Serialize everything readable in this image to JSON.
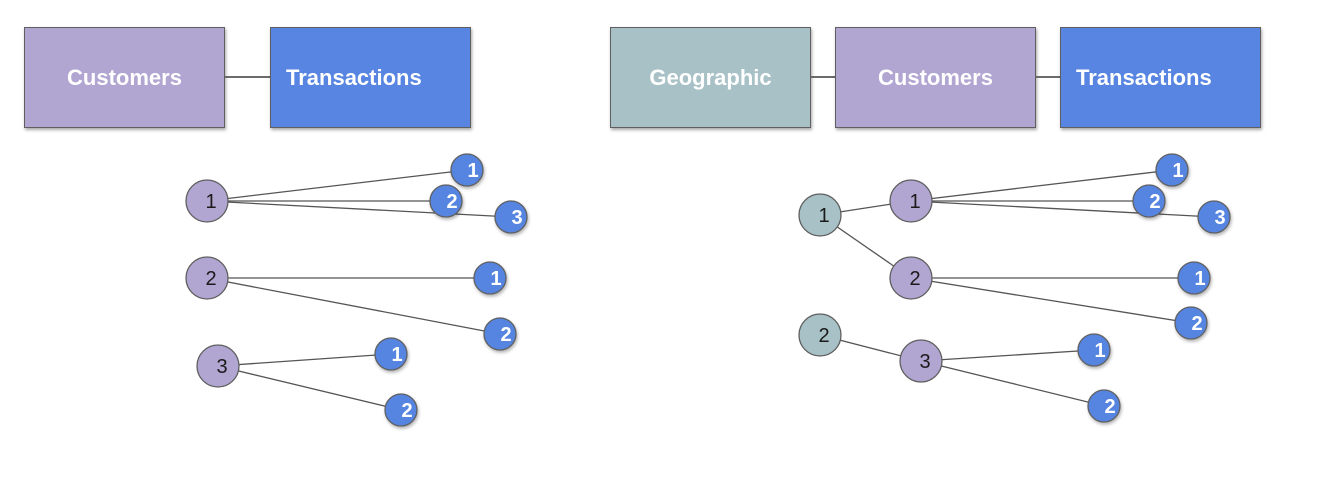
{
  "colors": {
    "geographic": "#a8c1c6",
    "customers": "#b1a6d1",
    "transactions": "#5785e1",
    "edge": "#555555"
  },
  "left_diagram": {
    "entities": [
      "Customers",
      "Transactions"
    ],
    "nodes": [
      {
        "id": "c1",
        "type": "customers",
        "label": "1"
      },
      {
        "id": "c2",
        "type": "customers",
        "label": "2"
      },
      {
        "id": "c3",
        "type": "customers",
        "label": "3"
      },
      {
        "id": "c1t1",
        "type": "transactions",
        "label": "1"
      },
      {
        "id": "c1t2",
        "type": "transactions",
        "label": "2"
      },
      {
        "id": "c1t3",
        "type": "transactions",
        "label": "3"
      },
      {
        "id": "c2t1",
        "type": "transactions",
        "label": "1"
      },
      {
        "id": "c2t2",
        "type": "transactions",
        "label": "2"
      },
      {
        "id": "c3t1",
        "type": "transactions",
        "label": "1"
      },
      {
        "id": "c3t2",
        "type": "transactions",
        "label": "2"
      }
    ],
    "edges": [
      [
        "c1",
        "c1t1"
      ],
      [
        "c1",
        "c1t2"
      ],
      [
        "c1",
        "c1t3"
      ],
      [
        "c2",
        "c2t1"
      ],
      [
        "c2",
        "c2t2"
      ],
      [
        "c3",
        "c3t1"
      ],
      [
        "c3",
        "c3t2"
      ]
    ]
  },
  "right_diagram": {
    "entities": [
      "Geographic",
      "Customers",
      "Transactions"
    ],
    "nodes": [
      {
        "id": "g1",
        "type": "geographic",
        "label": "1"
      },
      {
        "id": "g2",
        "type": "geographic",
        "label": "2"
      },
      {
        "id": "c1",
        "type": "customers",
        "label": "1"
      },
      {
        "id": "c2",
        "type": "customers",
        "label": "2"
      },
      {
        "id": "c3",
        "type": "customers",
        "label": "3"
      },
      {
        "id": "c1t1",
        "type": "transactions",
        "label": "1"
      },
      {
        "id": "c1t2",
        "type": "transactions",
        "label": "2"
      },
      {
        "id": "c1t3",
        "type": "transactions",
        "label": "3"
      },
      {
        "id": "c2t1",
        "type": "transactions",
        "label": "1"
      },
      {
        "id": "c2t2",
        "type": "transactions",
        "label": "2"
      },
      {
        "id": "c3t1",
        "type": "transactions",
        "label": "1"
      },
      {
        "id": "c3t2",
        "type": "transactions",
        "label": "2"
      }
    ],
    "edges": [
      [
        "g1",
        "c1"
      ],
      [
        "g1",
        "c2"
      ],
      [
        "g2",
        "c3"
      ],
      [
        "c1",
        "c1t1"
      ],
      [
        "c1",
        "c1t2"
      ],
      [
        "c1",
        "c1t3"
      ],
      [
        "c2",
        "c2t1"
      ],
      [
        "c2",
        "c2t2"
      ],
      [
        "c3",
        "c3t1"
      ],
      [
        "c3",
        "c3t2"
      ]
    ]
  }
}
